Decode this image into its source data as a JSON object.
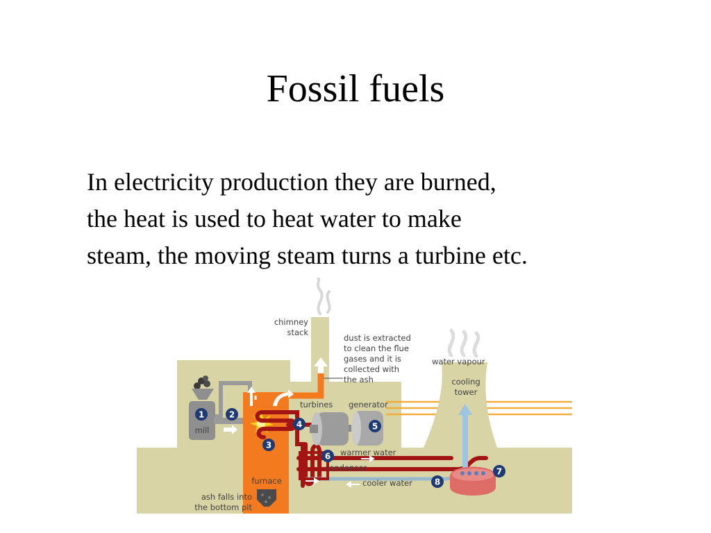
{
  "slide": {
    "title": "Fossil fuels",
    "body_lines": [
      "In electricity production they are burned,",
      "the heat is used to heat water to make",
      "steam, the moving steam turns a turbine etc."
    ]
  },
  "diagram": {
    "labels": {
      "chimney": [
        "chimney",
        "stack"
      ],
      "dust": [
        "dust is extracted",
        "to clean the flue",
        "gases and it is",
        "collected with",
        "the ash"
      ],
      "water_vapour": "water vapour",
      "cooling_tower": [
        "cooling",
        "tower"
      ],
      "turbines": "turbines",
      "generator": "generator",
      "mill": "mill",
      "warmer_water": "warmer water",
      "condenser": "condenser",
      "cooler_water": "cooler water",
      "furnace": "furnace",
      "ash": [
        "ash falls into",
        "the bottom pit"
      ]
    },
    "steps": [
      "1",
      "2",
      "3",
      "4",
      "5",
      "6",
      "7",
      "8"
    ],
    "colors": {
      "background": "#d9d4a6",
      "furnace": "#f47a1f",
      "pipe": "#a31414",
      "machinery": "#8f8f8f",
      "step_badge": "#1f3a73",
      "basin": "#dd6b66",
      "power_line": "#f0ad3a"
    }
  }
}
